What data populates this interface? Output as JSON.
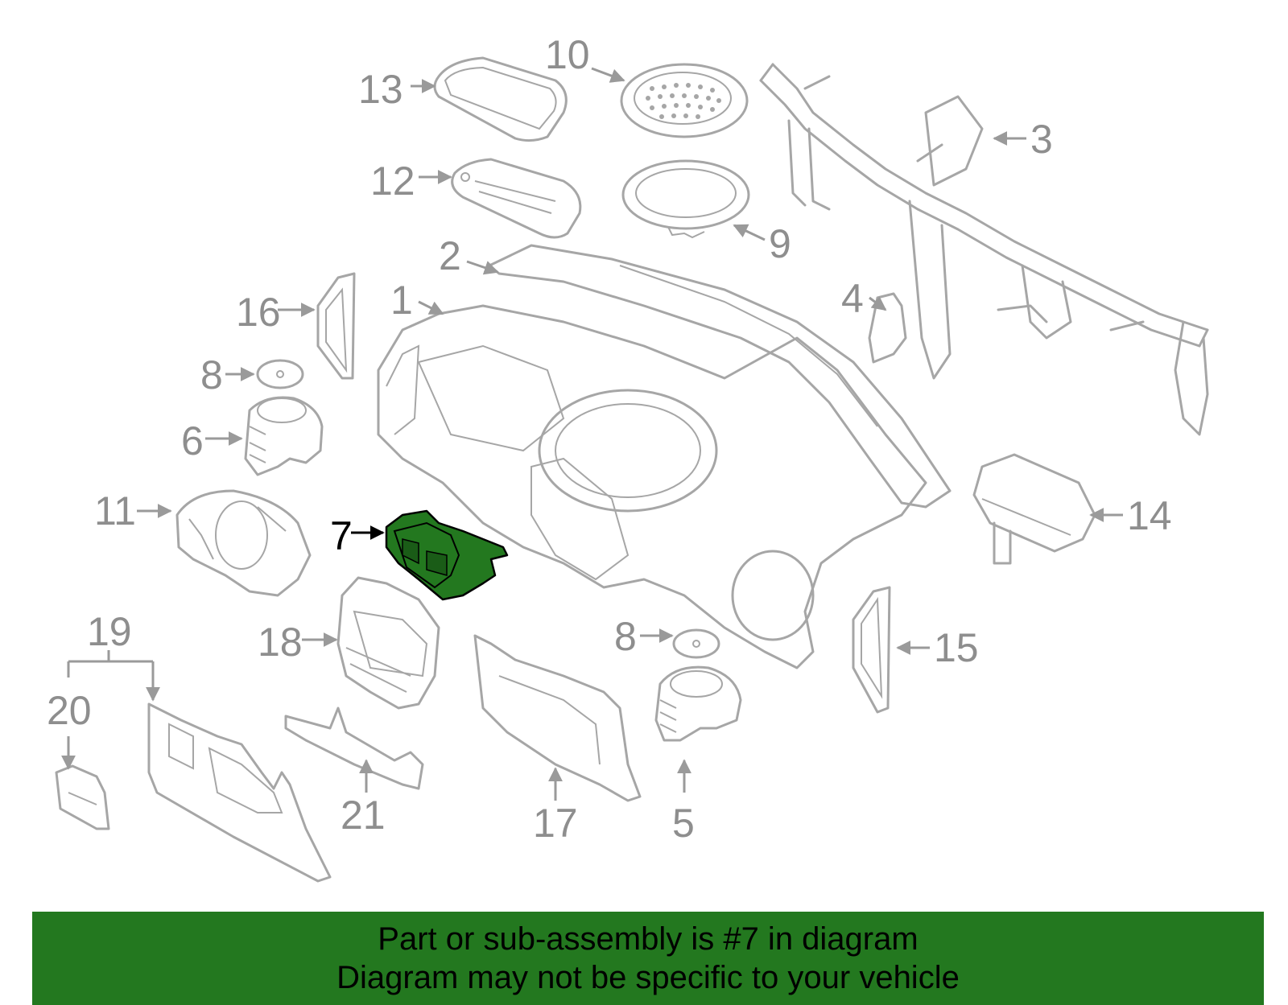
{
  "callouts": [
    {
      "id": "1",
      "label": "1"
    },
    {
      "id": "2",
      "label": "2"
    },
    {
      "id": "3",
      "label": "3"
    },
    {
      "id": "4",
      "label": "4"
    },
    {
      "id": "5",
      "label": "5"
    },
    {
      "id": "6",
      "label": "6"
    },
    {
      "id": "7",
      "label": "7",
      "highlighted": true
    },
    {
      "id": "8a",
      "label": "8"
    },
    {
      "id": "8b",
      "label": "8"
    },
    {
      "id": "9",
      "label": "9"
    },
    {
      "id": "10",
      "label": "10"
    },
    {
      "id": "11",
      "label": "11"
    },
    {
      "id": "12",
      "label": "12"
    },
    {
      "id": "13",
      "label": "13"
    },
    {
      "id": "14",
      "label": "14"
    },
    {
      "id": "15",
      "label": "15"
    },
    {
      "id": "16",
      "label": "16"
    },
    {
      "id": "17",
      "label": "17"
    },
    {
      "id": "18",
      "label": "18"
    },
    {
      "id": "19",
      "label": "19"
    },
    {
      "id": "20",
      "label": "20"
    },
    {
      "id": "21",
      "label": "21"
    }
  ],
  "highlight_color": "#23781f",
  "part_stroke_color": "#a6a6a6",
  "banner": {
    "line1": "Part or sub-assembly is #7 in diagram",
    "line2": "Diagram may not be specific to your vehicle",
    "background": "#23781f"
  }
}
